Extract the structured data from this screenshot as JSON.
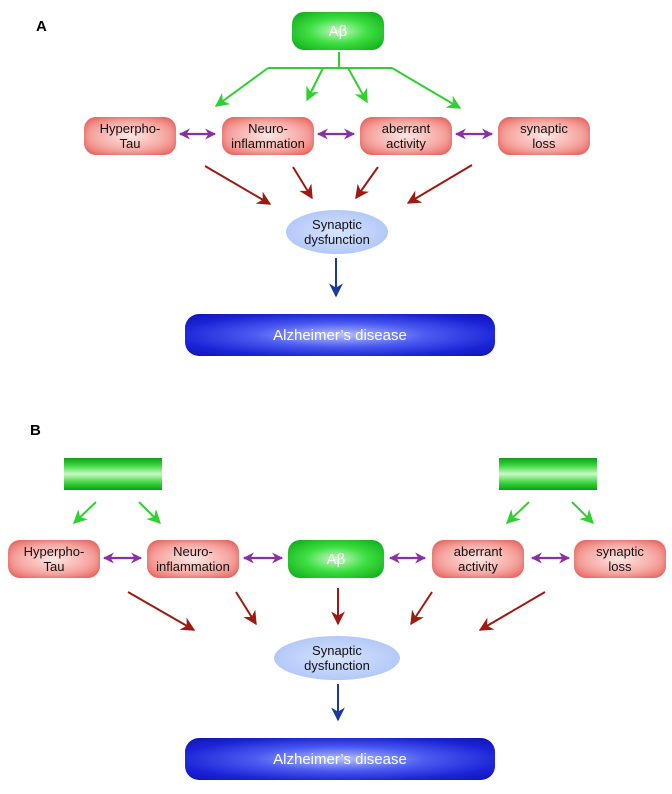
{
  "panel_a": {
    "label": "A",
    "abeta": "Aβ",
    "nodes": {
      "hyperpho_tau": "Hyperpho-\nTau",
      "neuroinflammation": "Neuro-\ninflammation",
      "aberrant_activity": "aberrant\nactivity",
      "synaptic_loss": "synaptic\nloss"
    },
    "synaptic_dysfunction": "Synaptic\ndysfunction",
    "alzheimers": "Alzheimer’s disease"
  },
  "panel_b": {
    "label": "B",
    "abeta": "Aβ",
    "nodes": {
      "hyperpho_tau": "Hyperpho-\nTau",
      "neuroinflammation": "Neuro-\ninflammation",
      "aberrant_activity": "aberrant\nactivity",
      "synaptic_loss": "synaptic\nloss"
    },
    "synaptic_dysfunction": "Synaptic\ndysfunction",
    "alzheimers": "Alzheimer’s disease"
  },
  "colors": {
    "green_arrow": "#2fd02f",
    "red_arrow": "#9c1a12",
    "purple_arrow": "#8b2fa8",
    "blue_arrow": "#1a3a9c"
  }
}
